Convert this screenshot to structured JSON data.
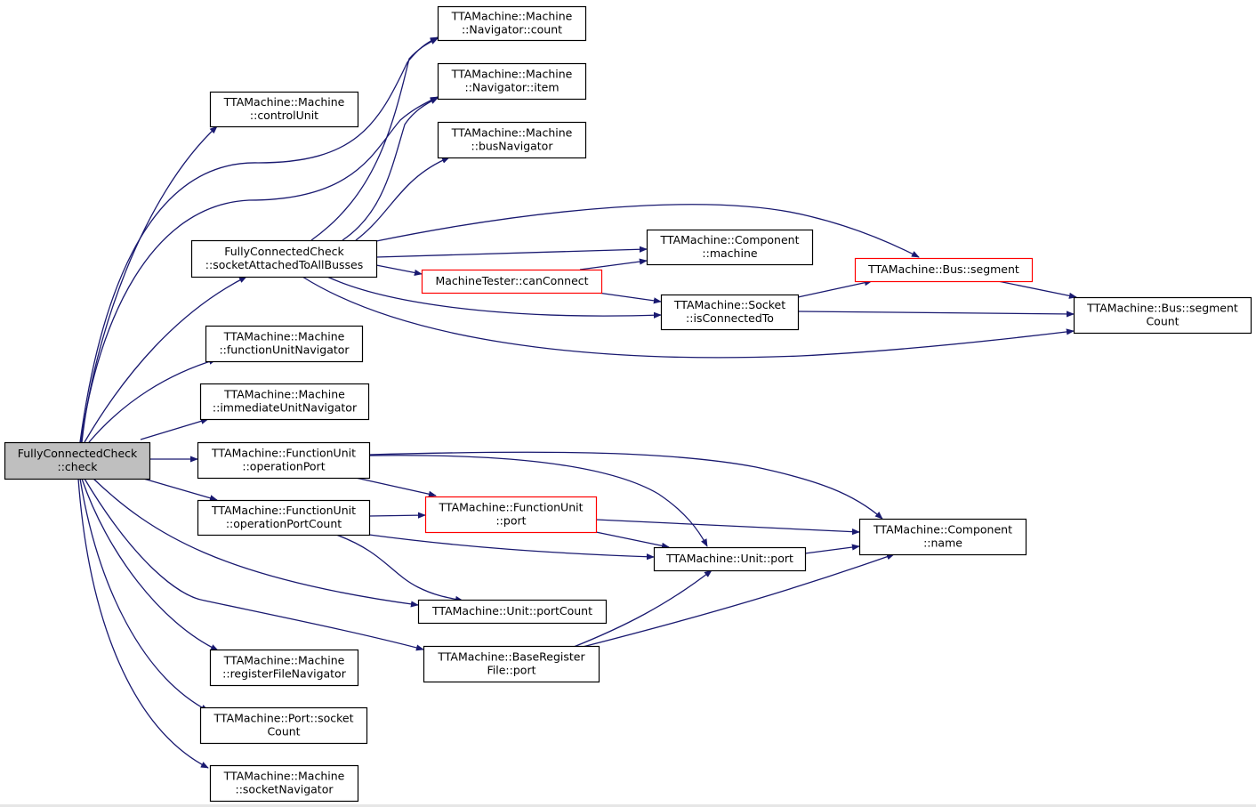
{
  "colors": {
    "edge": "#191970",
    "node_border": "#000000",
    "highlight_border": "#ff0000",
    "root_fill": "#bfbfbf",
    "node_fill": "#ffffff"
  },
  "nodes": [
    {
      "id": "root",
      "lines": [
        "FullyConnectedCheck",
        "::check"
      ],
      "style": "root"
    },
    {
      "id": "nav_count",
      "lines": [
        "TTAMachine::Machine",
        "::Navigator::count"
      ],
      "style": "normal"
    },
    {
      "id": "control_unit",
      "lines": [
        "TTAMachine::Machine",
        "::controlUnit"
      ],
      "style": "normal"
    },
    {
      "id": "nav_item",
      "lines": [
        "TTAMachine::Machine",
        "::Navigator::item"
      ],
      "style": "normal"
    },
    {
      "id": "bus_nav",
      "lines": [
        "TTAMachine::Machine",
        "::busNavigator"
      ],
      "style": "normal"
    },
    {
      "id": "socket_attached",
      "lines": [
        "FullyConnectedCheck",
        "::socketAttachedToAllBusses"
      ],
      "style": "normal"
    },
    {
      "id": "comp_machine",
      "lines": [
        "TTAMachine::Component",
        "::machine"
      ],
      "style": "normal"
    },
    {
      "id": "bus_segment",
      "lines": [
        "TTAMachine::Bus::segment"
      ],
      "style": "highlight"
    },
    {
      "id": "can_connect",
      "lines": [
        "MachineTester::canConnect"
      ],
      "style": "highlight"
    },
    {
      "id": "socket_connected",
      "lines": [
        "TTAMachine::Socket",
        "::isConnectedTo"
      ],
      "style": "normal"
    },
    {
      "id": "bus_segment_count",
      "lines": [
        "TTAMachine::Bus::segment",
        "Count"
      ],
      "style": "normal"
    },
    {
      "id": "fu_nav",
      "lines": [
        "TTAMachine::Machine",
        "::functionUnitNavigator"
      ],
      "style": "normal"
    },
    {
      "id": "iu_nav",
      "lines": [
        "TTAMachine::Machine",
        "::immediateUnitNavigator"
      ],
      "style": "normal"
    },
    {
      "id": "fu_op_port",
      "lines": [
        "TTAMachine::FunctionUnit",
        "::operationPort"
      ],
      "style": "normal"
    },
    {
      "id": "fu_port",
      "lines": [
        "TTAMachine::FunctionUnit",
        "::port"
      ],
      "style": "highlight"
    },
    {
      "id": "fu_op_port_count",
      "lines": [
        "TTAMachine::FunctionUnit",
        "::operationPortCount"
      ],
      "style": "normal"
    },
    {
      "id": "comp_name",
      "lines": [
        "TTAMachine::Component",
        "::name"
      ],
      "style": "normal"
    },
    {
      "id": "unit_port",
      "lines": [
        "TTAMachine::Unit::port"
      ],
      "style": "normal"
    },
    {
      "id": "unit_port_count",
      "lines": [
        "TTAMachine::Unit::portCount"
      ],
      "style": "normal"
    },
    {
      "id": "brf_port",
      "lines": [
        "TTAMachine::BaseRegister",
        "File::port"
      ],
      "style": "normal"
    },
    {
      "id": "rf_nav",
      "lines": [
        "TTAMachine::Machine",
        "::registerFileNavigator"
      ],
      "style": "normal"
    },
    {
      "id": "port_socket_count",
      "lines": [
        "TTAMachine::Port::socket",
        "Count"
      ],
      "style": "normal"
    },
    {
      "id": "socket_nav",
      "lines": [
        "TTAMachine::Machine",
        "::socketNavigator"
      ],
      "style": "normal"
    }
  ]
}
